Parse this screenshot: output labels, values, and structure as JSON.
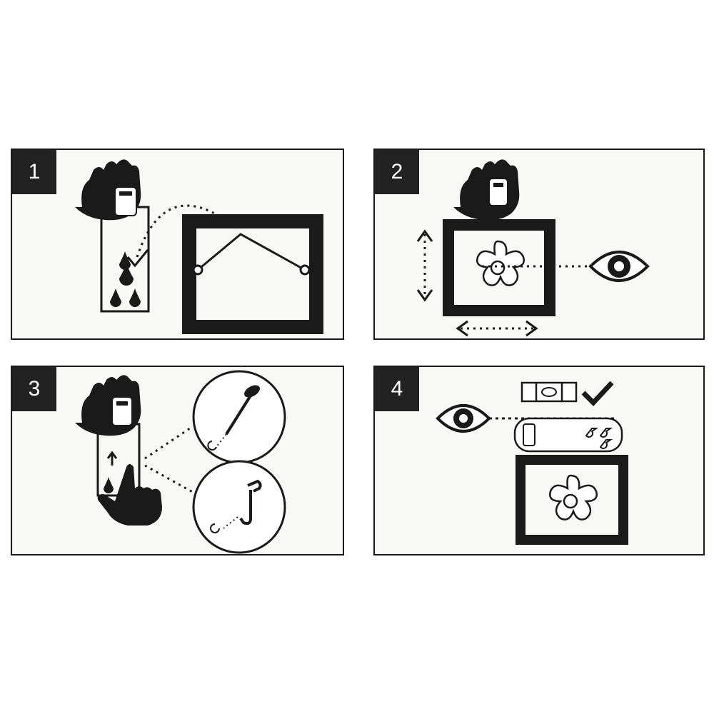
{
  "steps": [
    {
      "number": "1"
    },
    {
      "number": "2"
    },
    {
      "number": "3"
    },
    {
      "number": "4"
    }
  ],
  "colors": {
    "ink": "#1a1a1a",
    "panel_bg": "#f8f8f6",
    "badge_bg": "#222222",
    "badge_text": "#ffffff"
  },
  "icons": [
    "hand-with-sticker-icon",
    "sticker-strip-icon",
    "drop-icon",
    "checkmark-icon",
    "picture-frame-icon",
    "flower-icon",
    "eye-icon",
    "double-arrow-icon",
    "nail-icon",
    "hook-icon",
    "pointing-hand-icon",
    "spirit-level-icon"
  ]
}
